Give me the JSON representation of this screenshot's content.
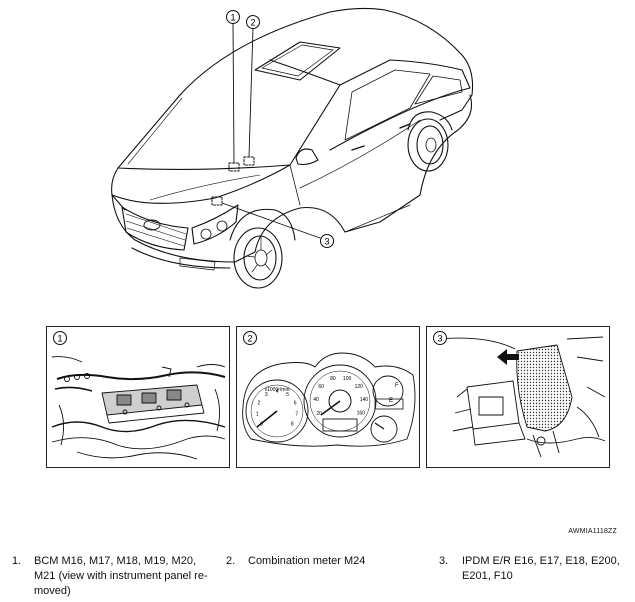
{
  "callouts": [
    "1",
    "2",
    "3"
  ],
  "gauge": {
    "rpm_label": "x1000r/min",
    "rpm_ticks": [
      "0",
      "1",
      "2",
      "3",
      "4",
      "5",
      "6",
      "7",
      "8"
    ],
    "speed_ticks": [
      "20",
      "40",
      "60",
      "80",
      "100",
      "120",
      "140",
      "160"
    ],
    "fuel_marks": [
      "F",
      "E"
    ]
  },
  "figure_id": "AWMIA1118ZZ",
  "captions": [
    {
      "number": "1.",
      "text_lines": [
        "BCM M16, M17, M18, M19, M20,",
        "M21 (view with instrument panel re-",
        "moved)"
      ]
    },
    {
      "number": "2.",
      "text_lines": [
        "Combination meter M24"
      ]
    },
    {
      "number": "3.",
      "text_lines": [
        "IPDM E/R E16, E17, E18, E200,",
        "E201, F10"
      ]
    }
  ]
}
